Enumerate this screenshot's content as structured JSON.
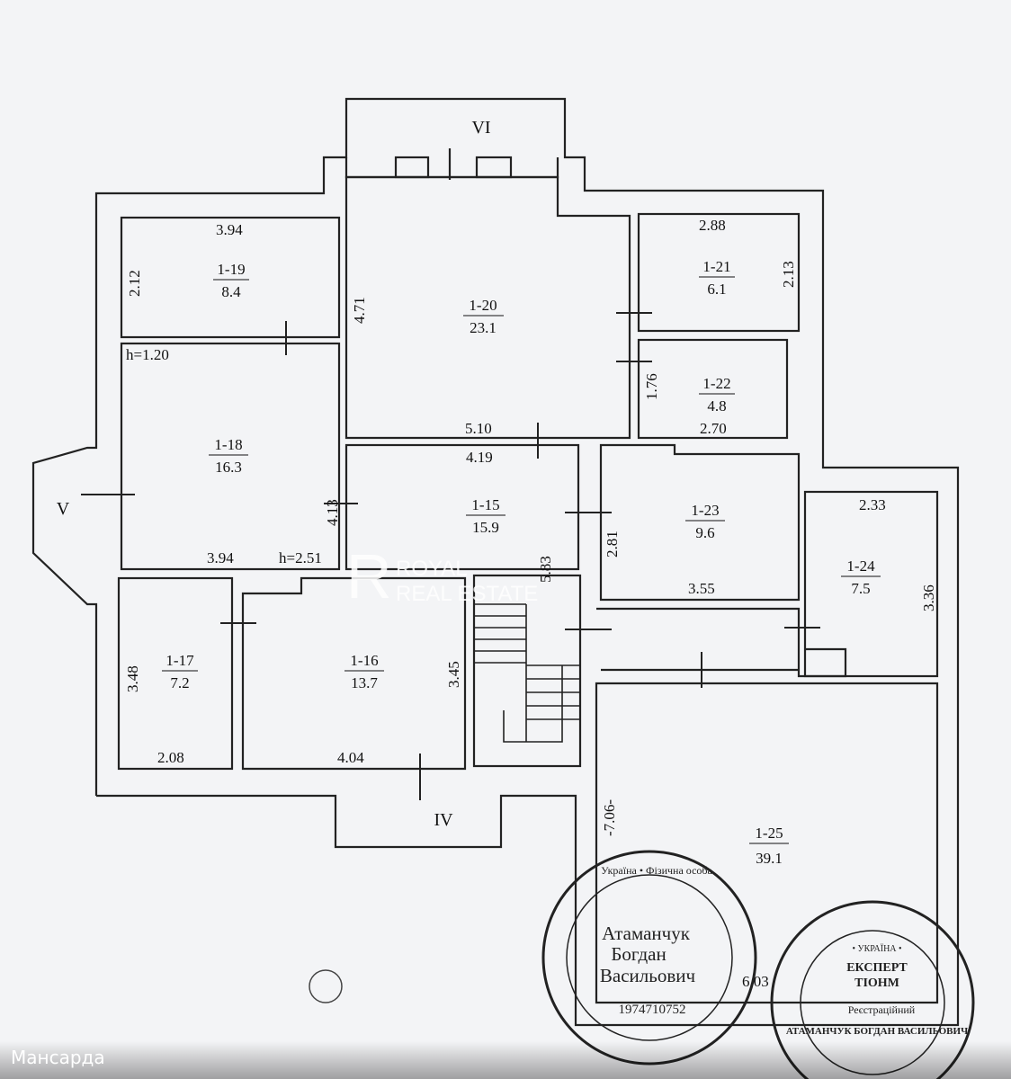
{
  "floor_label": "Мансарда",
  "watermark": {
    "line1": "ROYAL",
    "line2": "REAL ESTATE",
    "logo": "R"
  },
  "exits": [
    "VI",
    "V",
    "IV"
  ],
  "rooms": [
    {
      "id": "1-15",
      "area": "15.9"
    },
    {
      "id": "1-16",
      "area": "13.7"
    },
    {
      "id": "1-17",
      "area": "7.2"
    },
    {
      "id": "1-18",
      "area": "16.3"
    },
    {
      "id": "1-19",
      "area": "8.4"
    },
    {
      "id": "1-20",
      "area": "23.1"
    },
    {
      "id": "1-21",
      "area": "6.1"
    },
    {
      "id": "1-22",
      "area": "4.8"
    },
    {
      "id": "1-23",
      "area": "9.6"
    },
    {
      "id": "1-24",
      "area": "7.5"
    },
    {
      "id": "1-25",
      "area": "39.1"
    }
  ],
  "dimensions": {
    "r19_w": "3.94",
    "r19_h": "2.12",
    "r20_h": "4.71",
    "r20_w": "5.10",
    "r21_w": "2.88",
    "r21_h": "2.13",
    "r22_h": "1.76",
    "r22_w": "2.70",
    "r18_h1": "h=1.20",
    "r18_h": "4.13",
    "r18_w": "3.94",
    "r18_h2": "h=2.51",
    "r15_w": "4.19",
    "r15_h": "5.83",
    "r23_h": "2.81",
    "r23_w": "3.55",
    "r24_w": "2.33",
    "r24_h": "3.36",
    "r17_h": "3.48",
    "r17_w": "2.08",
    "r16_h": "3.45",
    "r16_w": "4.04",
    "r25_h": "-7.06-",
    "r25_w": "6.03"
  },
  "stamps": {
    "left": {
      "name1": "Атаманчук",
      "name2": "Богдан",
      "name3": "Васильович",
      "number": "1974710752",
      "ring": "Україна • Фізична особа"
    },
    "right": {
      "country": "• УКРАЇНА •",
      "title1": "ЕКСПЕРТ",
      "title2": "ТІОНМ",
      "reg": "Реєстраційний",
      "ring": "АТАМАНЧУК БОГДАН ВАСИЛЬОВИЧ"
    }
  }
}
